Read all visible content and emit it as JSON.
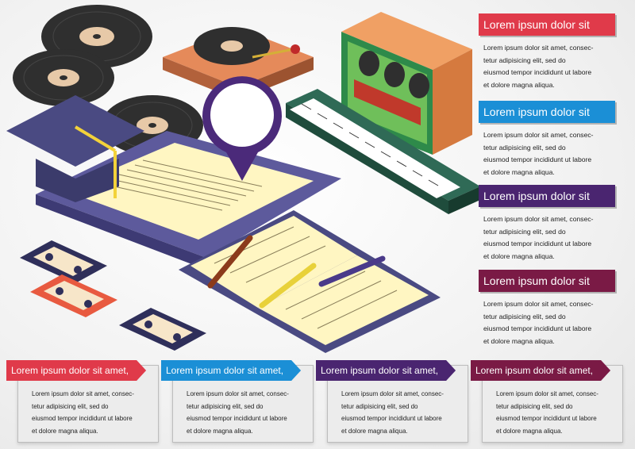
{
  "side_panels": [
    {
      "heading": "Lorem ipsum dolor sit",
      "color": "#e03a4a",
      "lines": [
        "Lorem ipsum dolor sit amet, consec-",
        "tetur adipisicing elit, sed do",
        "eiusmod tempor incididunt ut labore",
        "et dolore magna aliqua."
      ]
    },
    {
      "heading": "Lorem ipsum dolor sit",
      "color": "#1b8fd6",
      "lines": [
        "Lorem ipsum dolor sit amet, consec-",
        "tetur adipisicing elit, sed do",
        "eiusmod tempor incididunt ut labore",
        "et dolore magna aliqua."
      ]
    },
    {
      "heading": "Lorem ipsum dolor sit",
      "color": "#4a2570",
      "lines": [
        "Lorem ipsum dolor sit amet, consec-",
        "tetur adipisicing elit, sed do",
        "eiusmod tempor incididunt ut labore",
        "et dolore magna aliqua."
      ]
    },
    {
      "heading": "Lorem ipsum dolor sit",
      "color": "#7a1a45",
      "lines": [
        "Lorem ipsum dolor sit amet, consec-",
        "tetur adipisicing elit, sed do",
        "eiusmod tempor incididunt ut labore",
        "et dolore magna aliqua."
      ]
    }
  ],
  "bottom_cards": [
    {
      "heading": "Lorem ipsum dolor sit amet,",
      "color": "#e03a4a",
      "lines": [
        "Lorem ipsum dolor sit amet, consec-",
        "tetur adipisicing elit, sed do",
        "eiusmod tempor incididunt ut labore",
        "et dolore magna aliqua."
      ]
    },
    {
      "heading": "Lorem ipsum dolor sit amet,",
      "color": "#1b8fd6",
      "lines": [
        "Lorem ipsum dolor sit amet, consec-",
        "tetur adipisicing elit, sed do",
        "eiusmod tempor incididunt ut labore",
        "et dolore magna aliqua."
      ]
    },
    {
      "heading": "Lorem ipsum dolor sit amet,",
      "color": "#4a2570",
      "lines": [
        "Lorem ipsum dolor sit amet, consec-",
        "tetur adipisicing elit, sed do",
        "eiusmod tempor incididunt ut labore",
        "et dolore magna aliqua."
      ]
    },
    {
      "heading": "Lorem ipsum dolor sit amet,",
      "color": "#7a1a45",
      "lines": [
        "Lorem ipsum dolor sit amet, consec-",
        "tetur adipisicing elit, sed do",
        "eiusmod tempor incididunt ut labore",
        "et dolore magna aliqua."
      ]
    }
  ],
  "illustration": {
    "icons": [
      "vinyl-record-icon",
      "turntable-icon",
      "radio-icon",
      "keyboard-piano-icon",
      "graduation-cap-icon",
      "map-pin-icon",
      "document-icon",
      "open-book-icon",
      "pencil-icon",
      "pen-icon",
      "cassette-tape-icon"
    ]
  }
}
